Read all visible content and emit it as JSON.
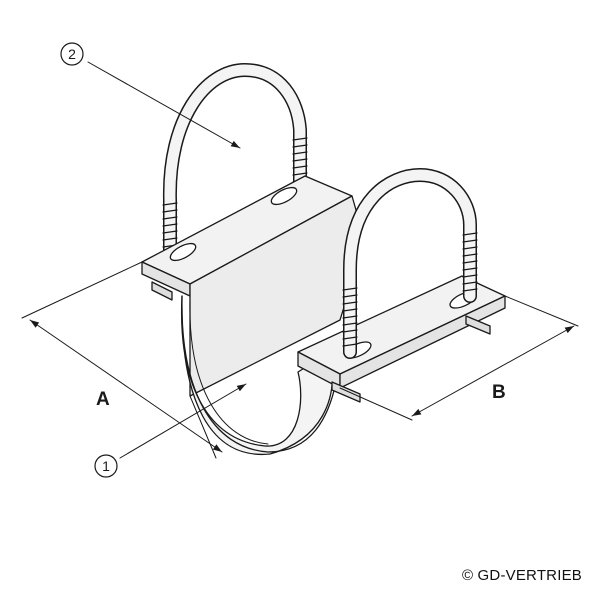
{
  "dimensions": {
    "a_label": "A",
    "b_label": "B"
  },
  "callouts": {
    "part_1": "1",
    "part_2": "2"
  },
  "copyright": "© GD-VERTRIEB",
  "colors": {
    "line": "#1a1a1a",
    "fill_light": "#f2f2f2",
    "fill_mid": "#e4e4e4",
    "fill_shadow": "#d8d8d8"
  }
}
